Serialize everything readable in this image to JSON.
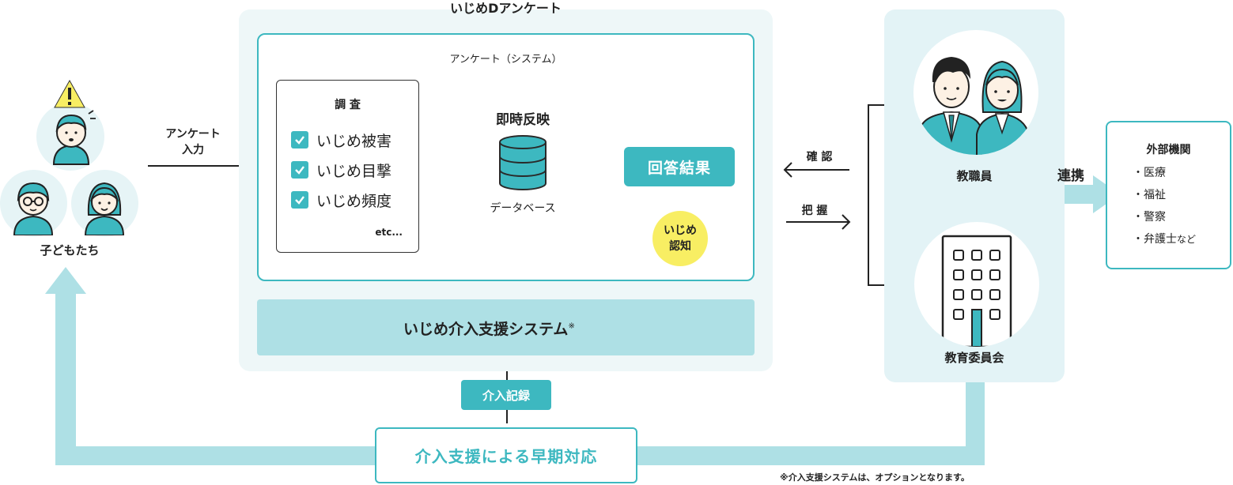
{
  "title": "いじめDアンケート",
  "system_label": "アンケート（システム）",
  "survey": {
    "heading": "調 査",
    "items": [
      "いじめ被害",
      "いじめ目撃",
      "いじめ頻度"
    ],
    "etc": "etc..."
  },
  "instant_label": "即時反映",
  "database_label": "データベース",
  "result_label": "回答結果",
  "bullying_badge": {
    "line1": "いじめ",
    "line2": "認知"
  },
  "support_system_label": "いじめ介入支援システム",
  "support_system_mark": "※",
  "intervention_record_label": "介入記録",
  "early_response_label": "介入支援による早期対応",
  "children": {
    "label": "子どもたち",
    "input_label_line1": "アンケート",
    "input_label_line2": "入力"
  },
  "confirm_label": "確 認",
  "grasp_label": "把 握",
  "teachers_label": "教職員",
  "board_label": "教育委員会",
  "cooperation_label": "連携",
  "external": {
    "title": "外部機関",
    "items": [
      "・医療",
      "・福祉",
      "・警察",
      "・弁護士"
    ],
    "items_suffix": "など"
  },
  "footnote": "※介入支援システムは、オプションとなります。",
  "colors": {
    "teal": "#3db8c0",
    "light_teal": "#aee0e5",
    "pale_panel": "#eef7f8",
    "yellow": "#f8ee63",
    "dark": "#222222"
  }
}
